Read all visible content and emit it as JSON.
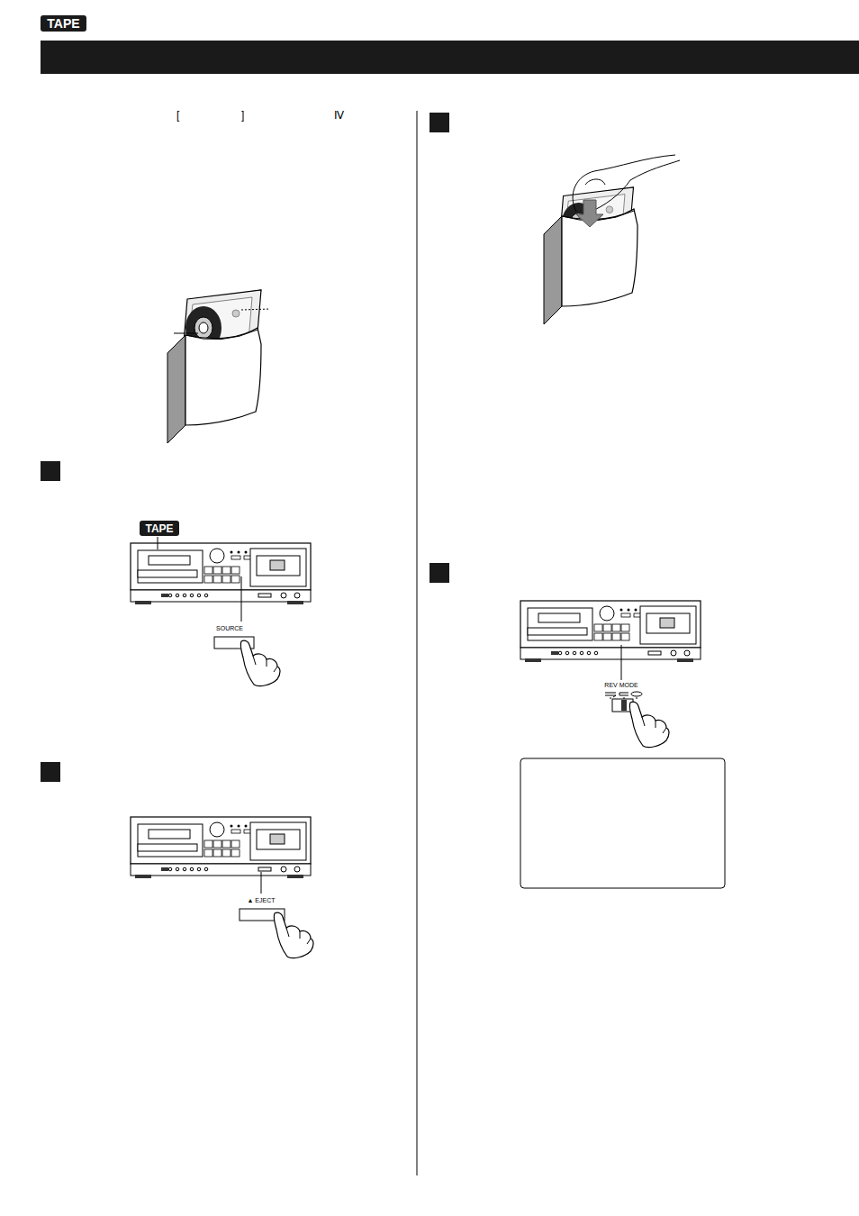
{
  "diagram": {
    "nodes": [
      {
        "text": [
          "TAPE"
        ]
      },
      {
        "text": [
          "TAPE"
        ]
      }
    ],
    "labels": [
      "[",
      "]",
      "Ⅳ",
      "SOURCE",
      "▲ EJECT",
      "REV MODE"
    ]
  }
}
